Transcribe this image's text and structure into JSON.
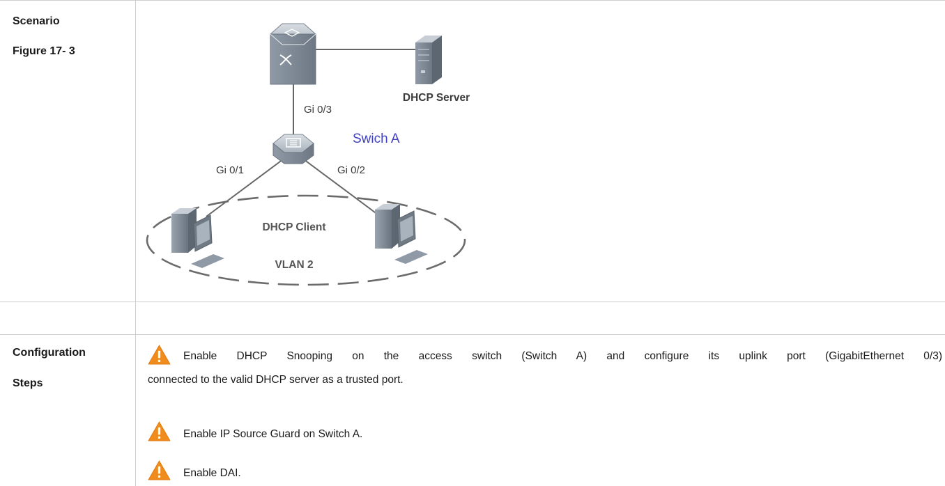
{
  "table": {
    "scenario_label": "Scenario",
    "figure_label": "Figure 17- 3",
    "config_label_line1": "Configuration",
    "config_label_line2": "Steps"
  },
  "diagram": {
    "dhcp_server_label": "DHCP Server",
    "uplink_port_label": "Gi 0/3",
    "switch_label": "Swich A",
    "left_port_label": "Gi 0/1",
    "right_port_label": "Gi 0/2",
    "client_group_label": "DHCP Client",
    "vlan_label": "VLAN 2",
    "colors": {
      "switch_label": "#3f3fc0",
      "device_body": "#8f9aa6",
      "ring": "#6b6b6b"
    }
  },
  "steps": [
    {
      "icon": "warning-icon",
      "line1": "Enable DHCP Snooping on the access switch (Switch A) and configure its uplink port (GigabitEthernet 0/3)",
      "line2": "connected to the valid DHCP server as a trusted port."
    },
    {
      "icon": "warning-icon",
      "text": "Enable IP Source Guard on Switch A."
    },
    {
      "icon": "warning-icon",
      "text": "Enable DAI."
    }
  ],
  "warning_color": "#f08c1e"
}
